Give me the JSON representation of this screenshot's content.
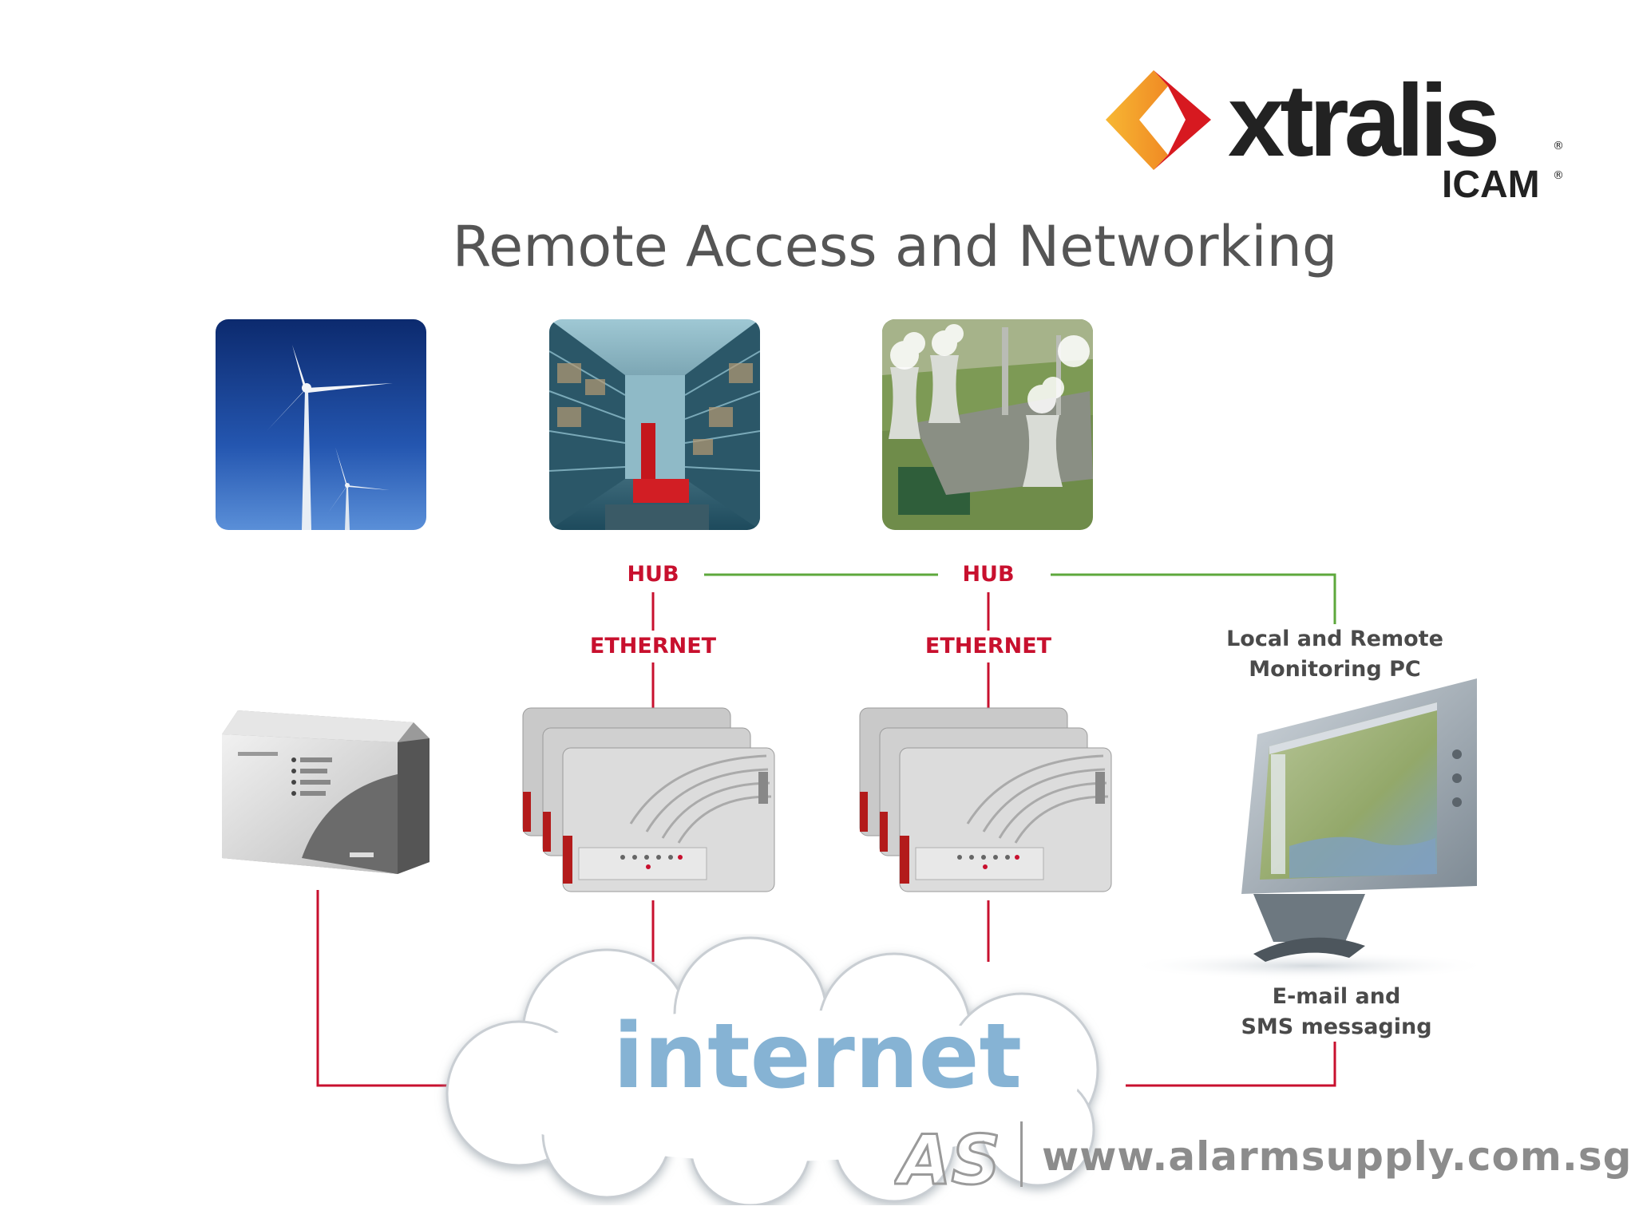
{
  "brand": {
    "name": "xtralis",
    "sub": "ICAM",
    "reg_mark": "®",
    "colors": {
      "orange": "#f5a623",
      "red": "#d71920",
      "text": "#222222"
    }
  },
  "title": "Remote Access and Networking",
  "photos": [
    {
      "name": "wind-turbines-photo"
    },
    {
      "name": "warehouse-photo"
    },
    {
      "name": "power-plant-photo"
    }
  ],
  "labels": {
    "hub_1": "HUB",
    "hub_2": "HUB",
    "ethernet_1": "ETHERNET",
    "ethernet_2": "ETHERNET",
    "monitoring_pc_line1": "Local and Remote",
    "monitoring_pc_line2": "Monitoring PC",
    "messaging_line1": "E-mail and",
    "messaging_line2": "SMS messaging",
    "internet": "internet"
  },
  "line_colors": {
    "ethernet": "#c8102e",
    "hub_link": "#5ea83c"
  },
  "footer": {
    "logo_text": "AS",
    "website": "www.alarmsupply.com.sg"
  }
}
